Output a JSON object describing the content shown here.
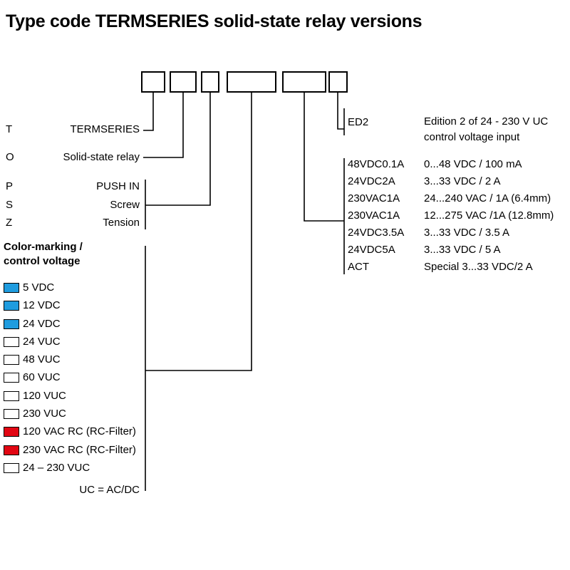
{
  "title": "Type code TERMSERIES solid-state relay versions",
  "colors": {
    "blue": "#1f9cdf",
    "red": "#e20613",
    "white": "#ffffff"
  },
  "left_rows": [
    {
      "code": "T",
      "label": "TERMSERIES"
    },
    {
      "code": "O",
      "label": "Solid-state relay"
    },
    {
      "code": "P",
      "label": "PUSH IN"
    },
    {
      "code": "S",
      "label": "Screw"
    },
    {
      "code": "Z",
      "label": "Tension"
    }
  ],
  "color_section": {
    "heading_line1": "Color-marking /",
    "heading_line2": "control voltage",
    "items": [
      {
        "color": "blue",
        "label": "5 VDC"
      },
      {
        "color": "blue",
        "label": "12 VDC"
      },
      {
        "color": "blue",
        "label": "24 VDC"
      },
      {
        "color": "white",
        "label": "24 VUC"
      },
      {
        "color": "white",
        "label": "48 VUC"
      },
      {
        "color": "white",
        "label": "60 VUC"
      },
      {
        "color": "white",
        "label": "120 VUC"
      },
      {
        "color": "white",
        "label": "230 VUC"
      },
      {
        "color": "red",
        "label": "120 VAC RC (RC-Filter)"
      },
      {
        "color": "red",
        "label": "230 VAC RC (RC-Filter)"
      },
      {
        "color": "white",
        "label": "24 – 230 VUC"
      }
    ],
    "footnote": "UC = AC/DC"
  },
  "edition": {
    "code": "ED2",
    "desc_line1": "Edition 2 of 24 - 230 V UC",
    "desc_line2": "control voltage input"
  },
  "ratings": [
    {
      "code": "48VDC0.1A",
      "desc": "0...48 VDC / 100 mA"
    },
    {
      "code": "24VDC2A",
      "desc": "3...33 VDC / 2 A"
    },
    {
      "code": "230VAC1A",
      "desc": "24...240 VAC / 1A (6.4mm)"
    },
    {
      "code": "230VAC1A",
      "desc": "12...275 VAC /1A (12.8mm)"
    },
    {
      "code": "24VDC3.5A",
      "desc": "3...33 VDC / 3.5 A"
    },
    {
      "code": "24VDC5A",
      "desc": "3...33 VDC / 5 A"
    },
    {
      "code": "ACT",
      "desc": "Special 3...33 VDC/2 A"
    }
  ]
}
